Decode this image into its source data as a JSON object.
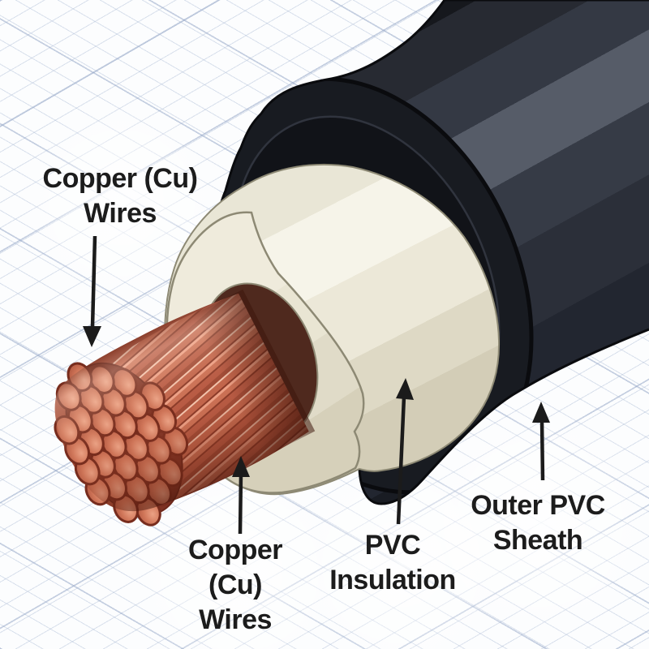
{
  "diagram_labels": {
    "copper_top": {
      "lines": [
        "Copper (Cu)",
        "Wires"
      ]
    },
    "copper_bottom": {
      "lines": [
        "Copper",
        "(Cu)",
        "Wires"
      ]
    },
    "insulation": {
      "lines": [
        "PVC",
        "Insulation"
      ]
    },
    "sheath": {
      "lines": [
        "Outer PVC",
        "Sheath"
      ]
    }
  },
  "colors": {
    "copper": "#c4684f",
    "copper_outline": "#772c1d",
    "insulation_cream": "#e9e5d3",
    "insulation_outline": "#8d8974",
    "sheath_black": "#2b2f39",
    "label_text": "#1c1c1c",
    "background": "#fcfdfe",
    "grid_line": "#aebcd4"
  }
}
